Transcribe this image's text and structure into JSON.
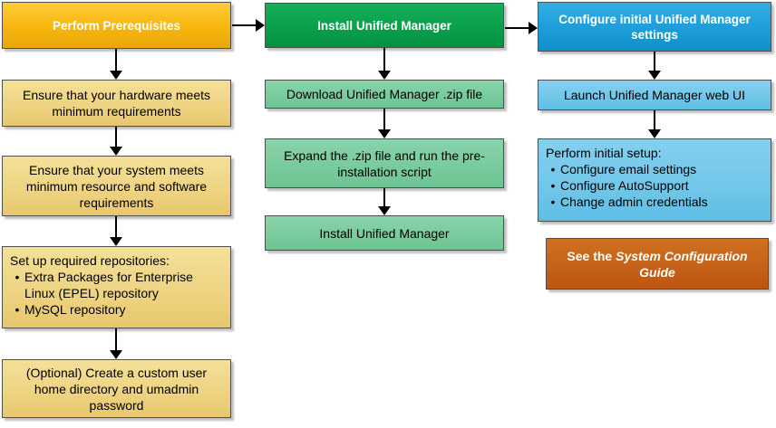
{
  "diagram": {
    "type": "flowchart",
    "colors": {
      "gold_header": "#f6b60d",
      "gold_step": "#eed483",
      "green_header": "#0aa04c",
      "green_step": "#79cb9d",
      "blue_header": "#1d9dd9",
      "blue_step": "#72c7e9",
      "orange_note": "#c5621a",
      "arrow": "#000000",
      "box_border": "#4f4f4f"
    }
  },
  "columns": [
    {
      "header": "Perform Prerequisites",
      "steps": [
        {
          "text": "Ensure that your hardware meets minimum requirements"
        },
        {
          "text": "Ensure that your system meets minimum resource and software requirements"
        },
        {
          "intro": "Set up required repositories:",
          "bullets": [
            "Extra Packages for Enterprise Linux (EPEL) repository",
            "MySQL repository"
          ]
        },
        {
          "text": "(Optional) Create a custom user home directory and umadmin password"
        }
      ]
    },
    {
      "header": "Install Unified Manager",
      "steps": [
        {
          "text": "Download Unified Manager .zip file"
        },
        {
          "text": "Expand the .zip file and run the pre-installation script"
        },
        {
          "text": "Install Unified Manager"
        }
      ]
    },
    {
      "header": "Configure initial Unified Manager settings",
      "steps": [
        {
          "text": "Launch Unified Manager web UI"
        },
        {
          "intro": "Perform initial setup:",
          "bullets": [
            "Configure email settings",
            "Configure AutoSupport",
            "Change admin credentials"
          ]
        }
      ],
      "note": {
        "prefix": "See the ",
        "italic_title": "System Configuration Guide"
      }
    }
  ]
}
